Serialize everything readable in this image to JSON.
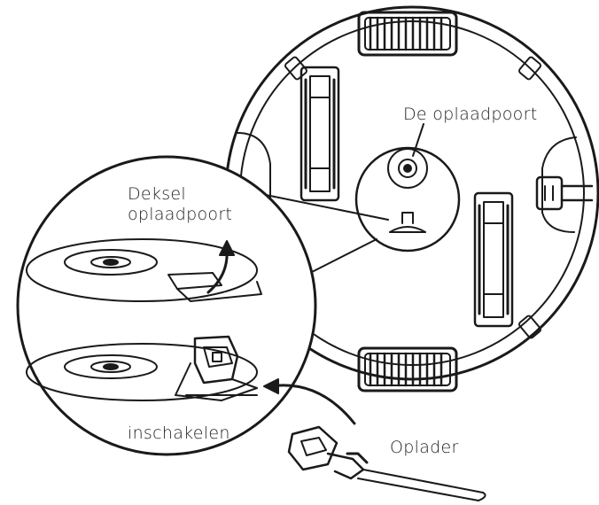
{
  "labels": {
    "charging_port": "De oplaadpoort",
    "port_cover_line1": "Deksel",
    "port_cover_line2": "oplaadpoort",
    "plug_in": "inschakelen",
    "charger": "Oplader"
  },
  "colors": {
    "stroke": "#1a1a1a",
    "fill": "#ffffff",
    "text": "#222222"
  }
}
